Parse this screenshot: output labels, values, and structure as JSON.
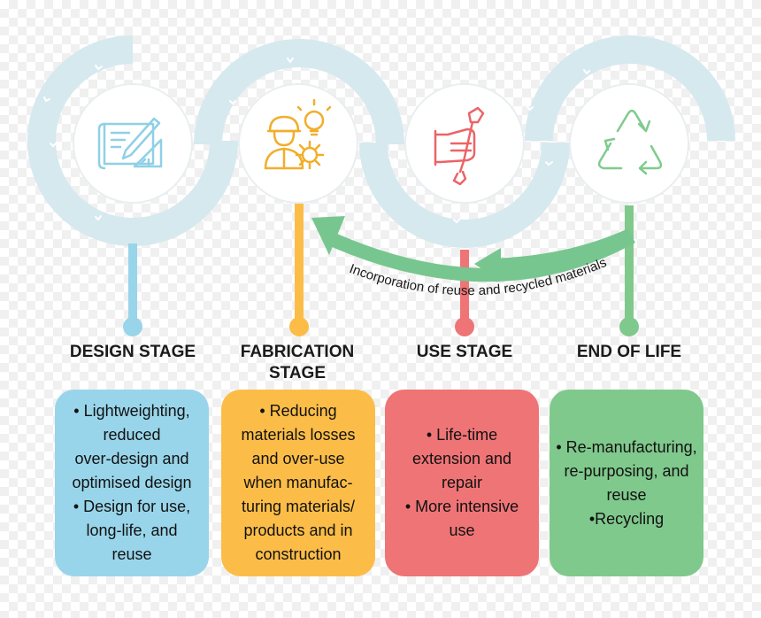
{
  "colors": {
    "band": "#d6e9ef",
    "design": "#99d5ea",
    "fabrication": "#fcbd48",
    "use": "#ef7476",
    "end": "#80c98c",
    "arrow": "#78c68f"
  },
  "arrow_label": "Incorporation of reuse and recycled materials",
  "stages": [
    {
      "title_lines": [
        "DESIGN STAGE"
      ],
      "icon": "blueprint-pencil-icon",
      "card_lines": [
        "• Lightweighting,",
        "reduced",
        "over-design and",
        "optimised design",
        "• Design for use,",
        "long-life, and",
        "reuse"
      ]
    },
    {
      "title_lines": [
        "FABRICATION",
        "STAGE"
      ],
      "icon": "worker-gear-lightbulb-icon",
      "card_lines": [
        "• Reducing",
        "materials losses",
        "and over-use",
        "when manufac-",
        "turing materials/",
        "products and in",
        "construction"
      ]
    },
    {
      "title_lines": [
        "USE STAGE"
      ],
      "icon": "hand-wrench-icon",
      "card_lines": [
        "• Life-time",
        "extension and",
        "repair",
        "• More intensive",
        "use"
      ]
    },
    {
      "title_lines": [
        "END OF LIFE"
      ],
      "icon": "recycle-icon",
      "card_lines": [
        "• Re-manufacturing,",
        "re-purposing, and",
        "reuse",
        "•Recycling"
      ]
    }
  ]
}
